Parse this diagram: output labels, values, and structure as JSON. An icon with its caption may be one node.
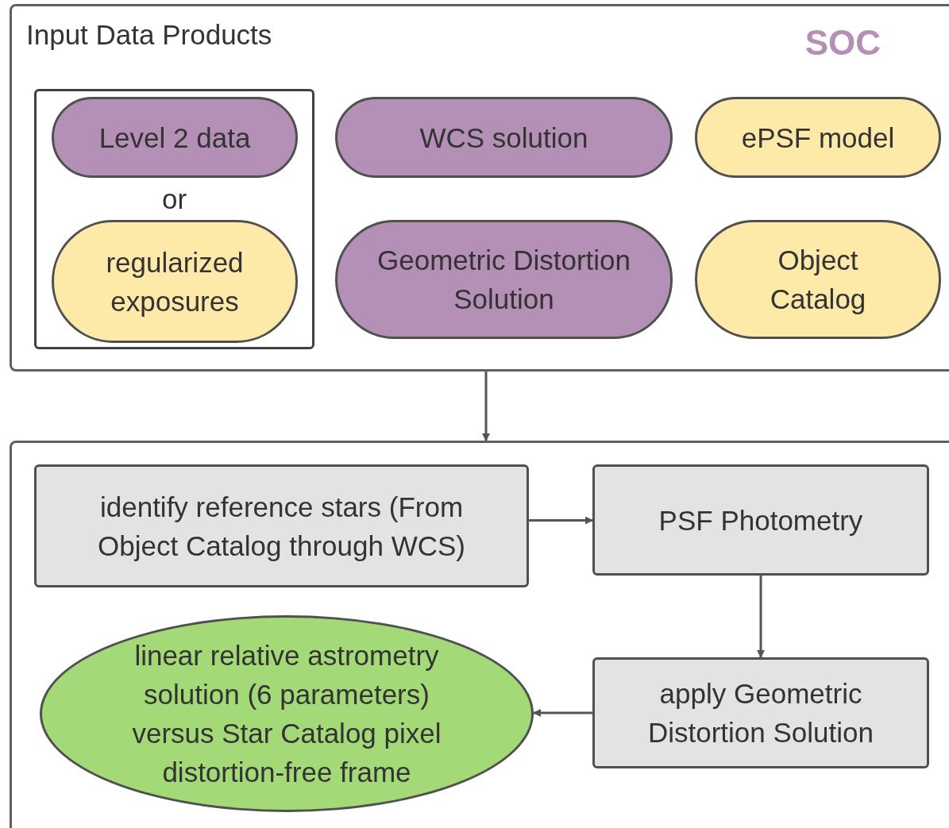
{
  "diagram": {
    "nodes": [
      {
        "text": [
          "Input Data Products",
          "SOC"
        ]
      },
      {
        "text": [
          "or"
        ],
        "in": 0
      },
      {
        "text": [
          "Level 2 data"
        ],
        "in": 1
      },
      {
        "text": [
          "regularized exposures"
        ],
        "in": 1
      },
      {
        "text": [
          "WCS solution"
        ],
        "in": 0
      },
      {
        "text": [
          "ePSF model"
        ],
        "in": 0
      },
      {
        "text": [
          "Geometric Distortion Solution"
        ],
        "in": 0
      },
      {
        "text": [
          "Object Catalog"
        ],
        "in": 0
      },
      {
        "text": [],
        "shape": "box"
      },
      {
        "text": [
          "identify reference stars (From Object Catalog through WCS)"
        ],
        "in": 8
      },
      {
        "text": [
          "PSF Photometry"
        ],
        "in": 8
      },
      {
        "text": [
          "apply Geometric Distortion Solution"
        ],
        "in": 8
      },
      {
        "text": [
          "linear relative astrometry solution (6 parameters) versus Star Catalog pixel distortion-free frame"
        ],
        "in": 8
      }
    ],
    "edges": [
      {
        "from": 0,
        "to": 8,
        "arrow": "to"
      },
      {
        "from": 9,
        "to": 10,
        "arrow": "to"
      },
      {
        "from": 10,
        "to": 11,
        "arrow": "to"
      },
      {
        "from": 11,
        "to": 12,
        "arrow": "to"
      }
    ]
  }
}
